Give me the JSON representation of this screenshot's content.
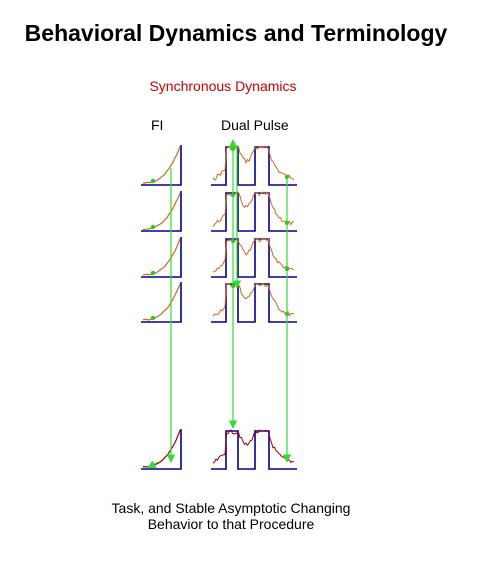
{
  "title": "Behavioral Dynamics and Terminology",
  "subtitle": "Synchronous Dynamics",
  "columns": {
    "fi_label": "FI",
    "dual_pulse_label": "Dual Pulse"
  },
  "caption": {
    "line1": "Task, and Stable Asymptotic Changing",
    "line2": "Behavior to that Procedure"
  },
  "colors": {
    "subtitle": "#cc0000",
    "axis": "#00008b",
    "response_curve": "#d2691e",
    "asymptotic_curve": "#990000",
    "marker": "#22cc22",
    "arrow": "#33dd33"
  }
}
